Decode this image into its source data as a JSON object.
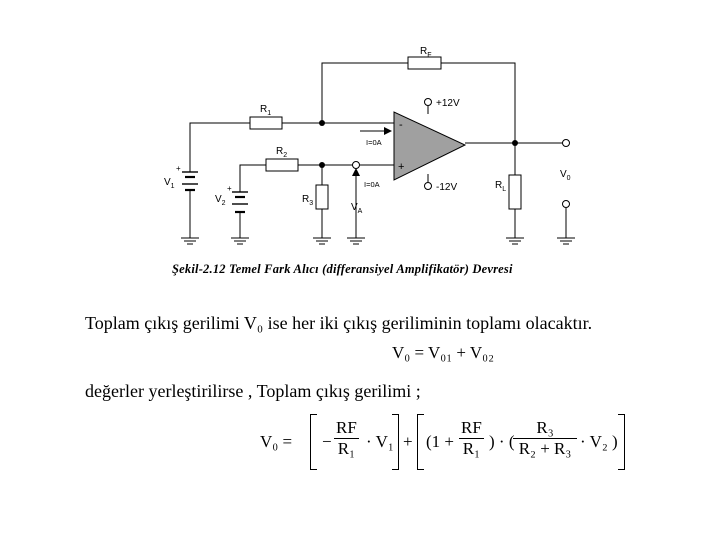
{
  "circuit": {
    "labels": {
      "rf": "R",
      "rf_sub": "F",
      "r1": "R",
      "r1_sub": "1",
      "r2": "R",
      "r2_sub": "2",
      "r3": "R",
      "r3_sub": "3",
      "rl": "R",
      "rl_sub": "L",
      "v1": "V",
      "v1_sub": "1",
      "v2": "V",
      "v2_sub": "2",
      "va": "V",
      "va_sub": "A",
      "vo": "V",
      "vo_sub": "0",
      "vplus": "+12V",
      "vminus": "-12V",
      "i_top": "I=0A",
      "i_bottom": "I=0A",
      "minus_sign": "-",
      "plus_sign": "+",
      "v1_plus": "+",
      "v2_plus": "+"
    }
  },
  "caption": "Şekil-2.12 Temel Fark Alıcı (differansiyel Amplifikatör) Devresi",
  "paragraph1": "Toplam çıkış gerilimi V₀ ise her iki çıkış geriliminin toplamı olacaktır.",
  "eq1": "V₀ = V₀₁ + V₀₂",
  "paragraph2": "değerler yerleştirilirse , Toplam çıkış gerilimi ;",
  "eq2": {
    "lhs": "V₀ =",
    "minus": "−",
    "rf_num": "RF",
    "r1_den": "R₁",
    "dot_v1": "· V₁",
    "plus": "+",
    "open": "(1 +",
    "rf_num2": "RF",
    "r1_den2": "R₁",
    "mid": ") · (",
    "r3_num": "R₃",
    "r2r3_den": "R₂ + R₃",
    "dot_v2": "· V₂ )"
  }
}
